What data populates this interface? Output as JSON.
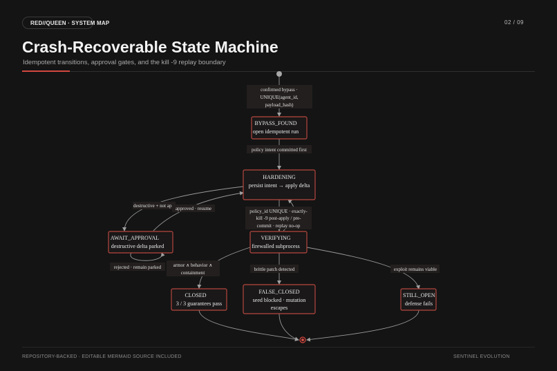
{
  "header": {
    "badge": "RED//QUEEN · SYSTEM MAP",
    "page": "02 / 09",
    "title": "Crash-Recoverable State Machine",
    "subtitle": "Idempotent transitions, approval gates, and the kill -9 replay boundary"
  },
  "colors": {
    "accent": "#d2483f",
    "node_border": "#b6473f",
    "background": "#141414"
  },
  "diagram": {
    "nodes": {
      "bypass_found": {
        "name": "BYPASS_FOUND",
        "desc": "open idempotent run"
      },
      "hardening": {
        "name": "HARDENING",
        "desc": "persist intent → apply delta"
      },
      "await_approval": {
        "name": "AWAIT_APPROVAL",
        "desc": "destructive delta parked"
      },
      "verifying": {
        "name": "VERIFYING",
        "desc": "firewalled subprocess"
      },
      "closed": {
        "name": "CLOSED",
        "desc": "3 / 3 guarantees pass"
      },
      "false_closed": {
        "name": "FALSE_CLOSED",
        "desc1": "seed blocked · mutation",
        "desc2": "escapes"
      },
      "still_open": {
        "name": "STILL_OPEN",
        "desc": "defense fails"
      }
    },
    "edges": {
      "start": {
        "l1": "confirmed bypass ·",
        "l2": "UNIQUE(agent_id,",
        "l3": "payload_hash)"
      },
      "policy_intent": "policy intent committed first",
      "destructive": "destructive + not ap",
      "approved": "approved · resume",
      "replay": {
        "l1": "policy_id UNIQUE · exactly-",
        "l2": "kill -9 post-apply / pre-",
        "l3": "commit · replay no-op"
      },
      "rejected": "rejected · remain parked",
      "armor": {
        "l1": "armor ∧ behavior ∧",
        "l2": "containment"
      },
      "brittle": "brittle patch detected",
      "exploit": "exploit remains viable"
    }
  },
  "footer": {
    "left": "REPOSITORY-BACKED · EDITABLE MERMAID SOURCE INCLUDED",
    "right": "SENTINEL EVOLUTION"
  }
}
